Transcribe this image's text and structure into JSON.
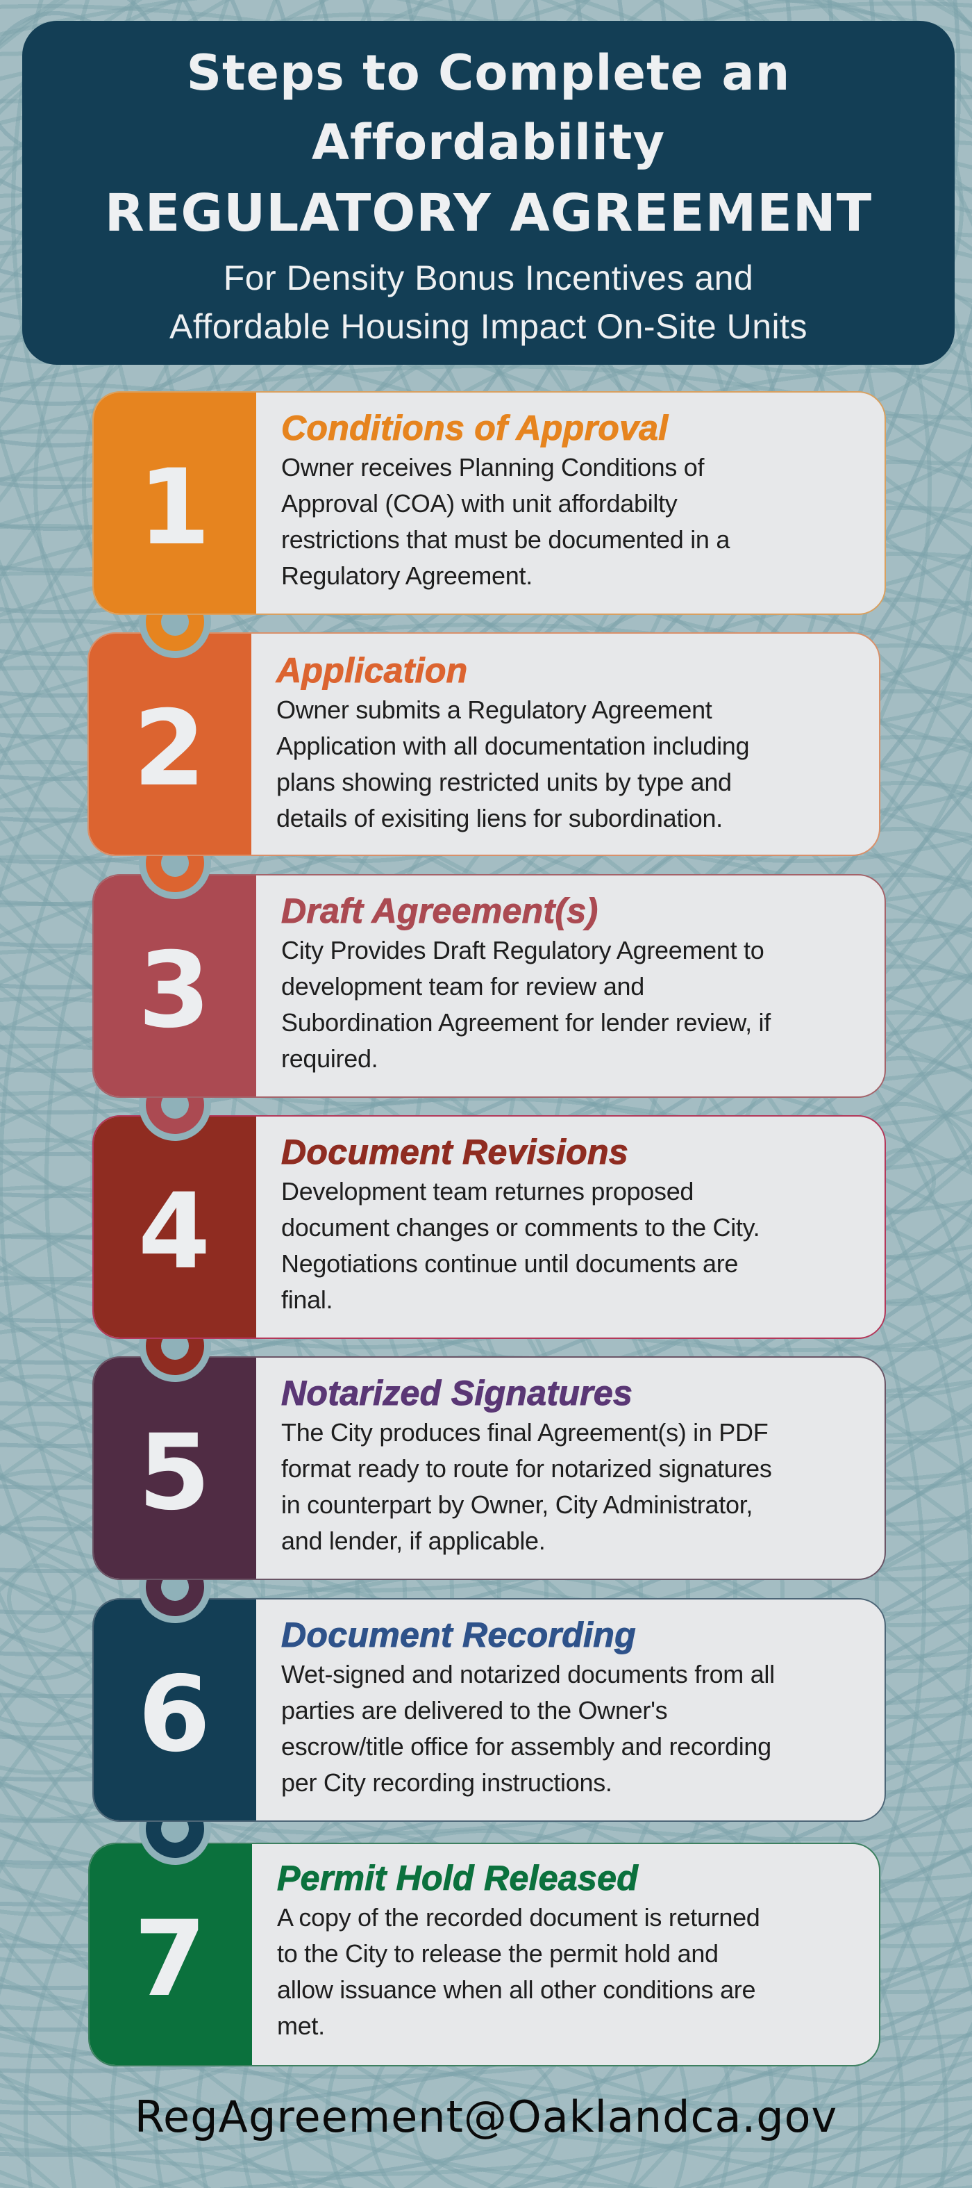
{
  "header": {
    "line1": "Steps to Complete an",
    "line2": "Affordability",
    "line3": "REGULATORY AGREEMENT",
    "subtitle_line1": "For Density Bonus Incentives and",
    "subtitle_line2": "Affordable Housing Impact On-Site Units",
    "background_color": "#133e55"
  },
  "steps": [
    {
      "number": "1",
      "title": "Conditions of Approval",
      "body": "Owner receives Planning Conditions of\nApproval (COA) with unit affordabilty\nrestrictions that must be documented in a\nRegulatory Agreement.",
      "accent_color": "#e6841f",
      "title_color": "#e6841f",
      "border_color": "#d9a060"
    },
    {
      "number": "2",
      "title": "Application",
      "body": "Owner submits a Regulatory Agreement\nApplication with all documentation including\nplans showing restricted units by type and\ndetails of exisiting liens for subordination.",
      "accent_color": "#dc6430",
      "title_color": "#dc6430",
      "border_color": "#d9906a"
    },
    {
      "number": "3",
      "title": "Draft Agreement(s)",
      "body": "City Provides Draft Regulatory Agreement to\ndevelopment team for review and\nSubordination Agreement for lender review, if\nrequired.",
      "accent_color": "#ab4a52",
      "title_color": "#ab4a52",
      "border_color": "#a4636a"
    },
    {
      "number": "4",
      "title": "Document Revisions",
      "body": "Development team returnes proposed\ndocument changes or comments to the City.\nNegotiations continue until documents are\nfinal.",
      "accent_color": "#8f2c21",
      "title_color": "#8f2c21",
      "border_color": "#b3385a"
    },
    {
      "number": "5",
      "title": "Notarized Signatures",
      "body": "The City produces final Agreement(s) in PDF\nformat ready to route for notarized signatures\nin counterpart  by Owner, City Administrator,\nand lender, if applicable.",
      "accent_color": "#502c44",
      "title_color": "#5a3775",
      "border_color": "#6a5566"
    },
    {
      "number": "6",
      "title": "Document Recording",
      "body": "Wet-signed and notarized documents from all\nparties are delivered to the Owner's\nescrow/title office for assembly and recording\nper City recording instructions.",
      "accent_color": "#133e55",
      "title_color": "#2e528a",
      "border_color": "#4d6677"
    },
    {
      "number": "7",
      "title": "Permit Hold Released",
      "body": "A copy of the recorded document is returned\nto the City to release the permit hold and\nallow issuance when all other conditions are\nmet.",
      "accent_color": "#0b713d",
      "title_color": "#0b713d",
      "border_color": "#3d8060"
    }
  ],
  "footer": {
    "email": "RegAgreement@Oaklandca.gov"
  }
}
